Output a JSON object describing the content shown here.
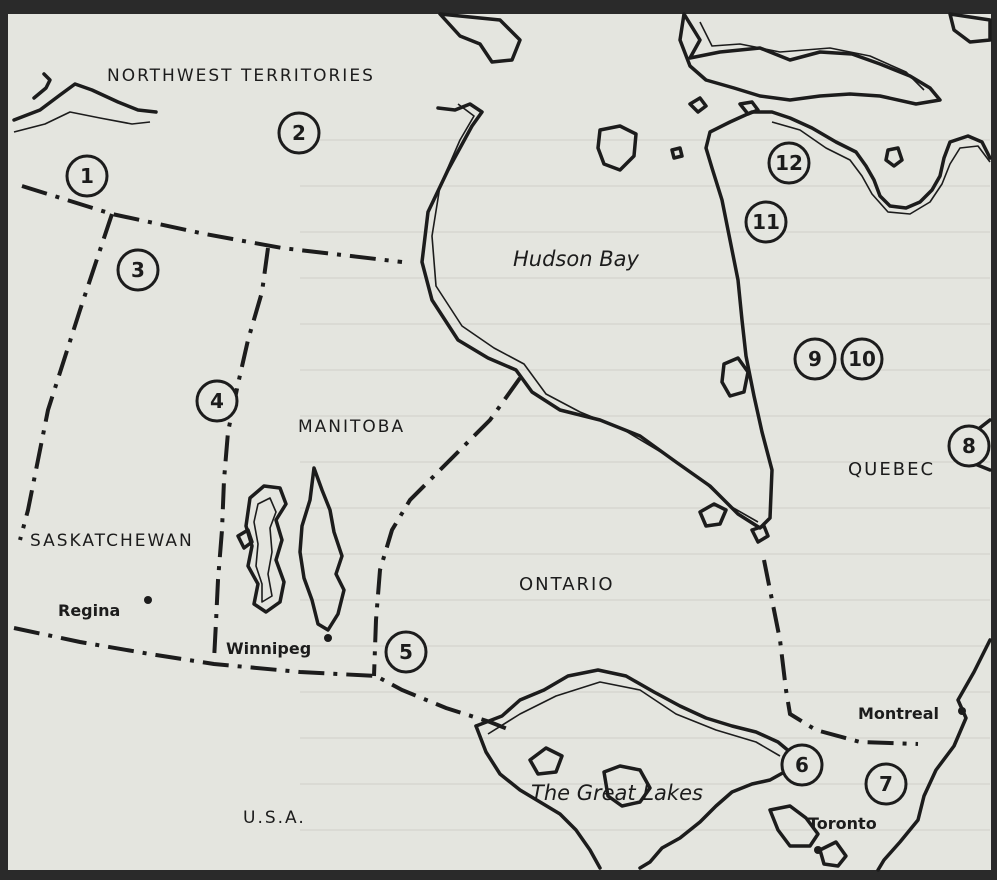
{
  "regions": {
    "nwt": "NORTHWEST TERRITORIES",
    "manitoba": "MANITOBA",
    "saskatchewan": "SASKATCHEWAN",
    "ontario": "ONTARIO",
    "quebec": "QUEBEC",
    "usa": "U.S.A."
  },
  "water": {
    "hudson_bay": "Hudson Bay",
    "great_lakes": "The Great Lakes"
  },
  "cities": {
    "regina": "Regina",
    "winnipeg": "Winnipeg",
    "montreal": "Montreal",
    "toronto": "Toronto"
  },
  "markers": [
    "1",
    "2",
    "3",
    "4",
    "5",
    "6",
    "7",
    "8",
    "9",
    "10",
    "11",
    "12"
  ],
  "colors": {
    "ink": "#1c1c1c",
    "paper": "#e4e5df",
    "frame": "#2a2a2a"
  }
}
